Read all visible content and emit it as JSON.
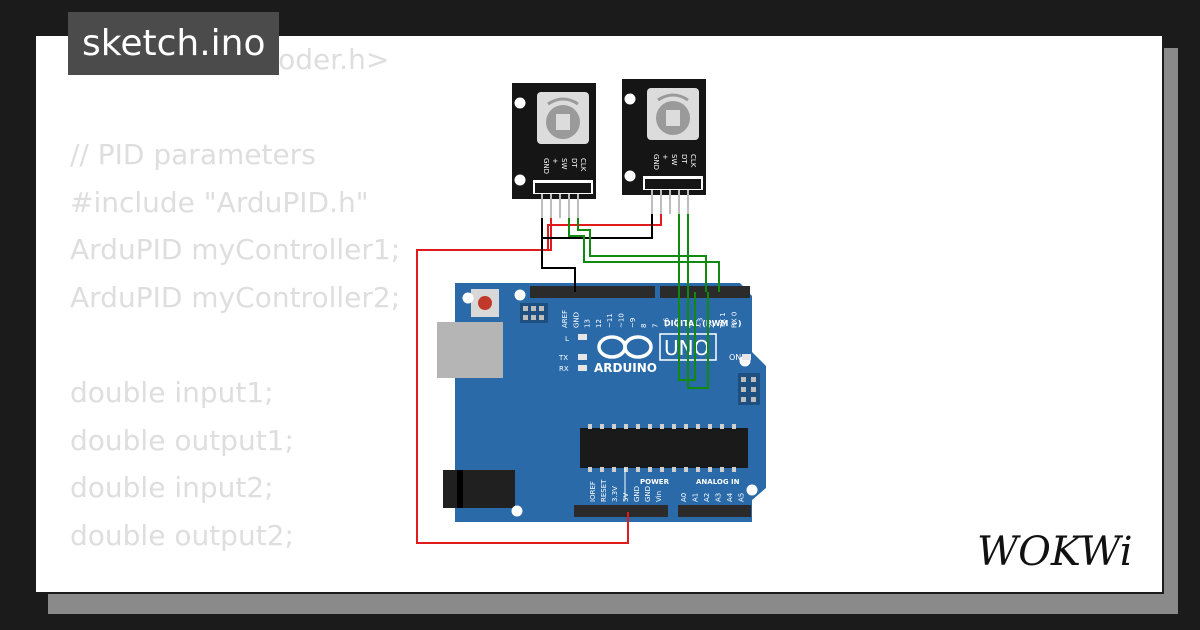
{
  "title": "sketch.ino",
  "code_lines": [
    "#include <Encoder.h>",
    "",
    "// PID parameters",
    "#include \"ArduPID.h\"",
    "ArduPID myController1;",
    "ArduPID myController2;",
    "",
    "double input1;",
    "double output1;",
    "double input2;",
    "double output2;"
  ],
  "encoder": {
    "pin_labels": [
      "GND",
      "+",
      "SW",
      "DT",
      "CLK"
    ]
  },
  "arduino": {
    "brand": "ARDUINO",
    "model": "UNO",
    "digital_header_label": "DIGITAL (PWM ~)",
    "digital_pins": [
      "AREF",
      "GND",
      "13",
      "12",
      "~11",
      "~10",
      "~9",
      "8",
      "7",
      "~6",
      "~5",
      "4",
      "~3",
      "2",
      "TX 1",
      "RX 0"
    ],
    "led_labels": [
      "L",
      "TX",
      "RX"
    ],
    "on_label": "ON",
    "power_label": "POWER",
    "power_pins": [
      "IOREF",
      "RESET",
      "3.3V",
      "5V",
      "GND",
      "GND",
      "Vin"
    ],
    "analog_label": "ANALOG IN",
    "analog_pins": [
      "A0",
      "A1",
      "A2",
      "A3",
      "A4",
      "A5"
    ]
  },
  "colors": {
    "board": "#2a6aa8",
    "wire_red": "#e01b1b",
    "wire_black": "#000000",
    "wire_green": "#108b10"
  },
  "logo_text": "WOKWi"
}
